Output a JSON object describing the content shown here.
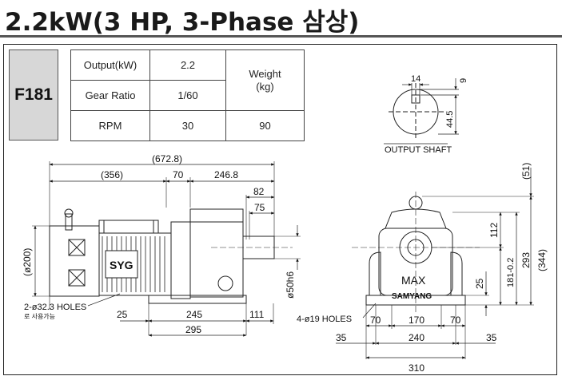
{
  "title": "2.2kW(3 HP, 3-Phase 삼상)",
  "model": "F181",
  "spec": {
    "output_label": "Output(kW)",
    "output_value": "2.2",
    "ratio_label": "Gear Ratio",
    "ratio_value": "1/60",
    "rpm_label": "RPM",
    "rpm_value": "30",
    "weight_label": "Weight\n(kg)",
    "weight_value": "90"
  },
  "shaft": {
    "caption": "OUTPUT SHAFT",
    "dim_width": "14",
    "dim_top": "9",
    "dim_height": "44.5"
  },
  "side_view": {
    "overall": "(672.8)",
    "motor_len": "(356)",
    "d70": "70",
    "d246": "246.8",
    "d82": "82",
    "d75": "75",
    "dia200": "(ø200)",
    "shaft_dia": "ø50h6",
    "d25": "25",
    "d245": "245",
    "d111": "111",
    "d295": "295",
    "holes": "2-ø32.3 HOLES",
    "holes_note": "로 사용가능",
    "brand": "SYG"
  },
  "front_view": {
    "d51": "(51)",
    "d344": "(344)",
    "d293": "293",
    "d112": "112",
    "d181": "181-0.2",
    "d25": "25",
    "holes": "4-ø19 HOLES",
    "d70a": "70",
    "d170": "170",
    "d70b": "70",
    "d35a": "35",
    "d240": "240",
    "d35b": "35",
    "d310": "310",
    "label_max": "MAX",
    "label_brand": "SAMYANG"
  }
}
